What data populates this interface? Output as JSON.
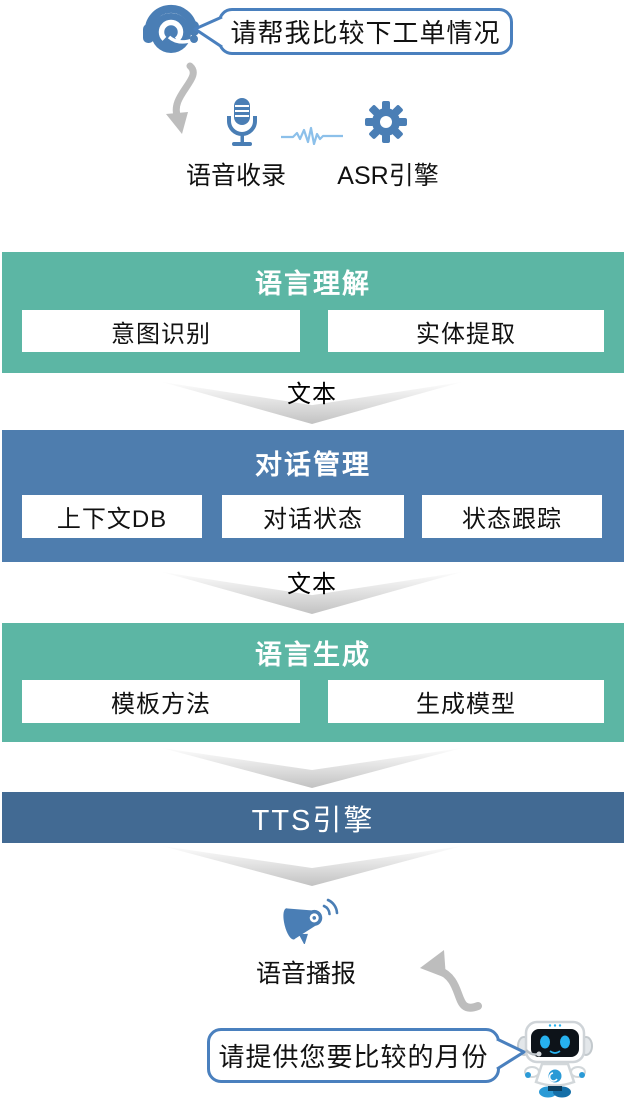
{
  "palette": {
    "green": "#5CB6A4",
    "blue": "#4E7DAE",
    "tts": "#426A93",
    "icon": "#4A7EB5",
    "wave": "#8CC0EA",
    "border": "#4A80BE",
    "gray": "#BDBDBD"
  },
  "top": {
    "user_bubble": "请帮我比较下工单情况",
    "capture_label": "语音收录",
    "asr_label": "ASR引擎"
  },
  "flow": {
    "nlu": {
      "title": "语言理解",
      "items": [
        "意图识别",
        "实体提取"
      ]
    },
    "arrow1_label": "文本",
    "dm": {
      "title": "对话管理",
      "items": [
        "上下文DB",
        "对话状态",
        "状态跟踪"
      ]
    },
    "arrow2_label": "文本",
    "nlg": {
      "title": "语言生成",
      "items": [
        "模板方法",
        "生成模型"
      ]
    },
    "tts_title": "TTS引擎"
  },
  "bottom": {
    "broadcast_label": "语音播报",
    "bot_bubble": "请提供您要比较的月份"
  },
  "icons": {
    "agent": "headset-agent-icon",
    "mic": "microphone-icon",
    "wave": "waveform-icon",
    "gear": "gear-icon",
    "megaphone": "megaphone-icon",
    "robot": "robot-icon",
    "arrow_down": "curved-arrow-down-icon",
    "arrow_up": "curved-arrow-up-icon"
  }
}
